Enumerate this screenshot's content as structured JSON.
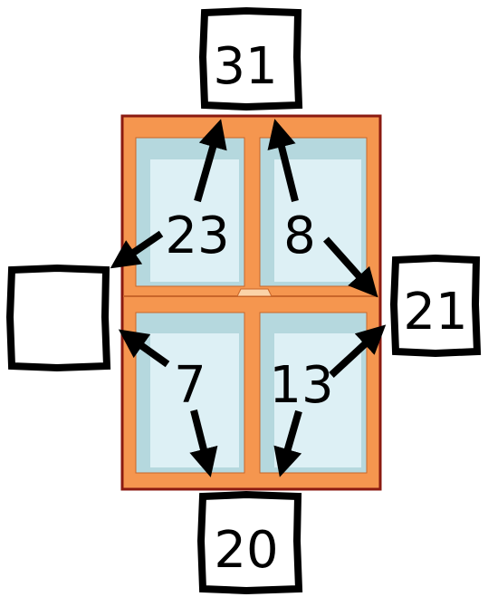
{
  "puzzle": {
    "window_numbers": {
      "top_left": "23",
      "top_right": "8",
      "bottom_left": "7",
      "bottom_right": "13"
    },
    "boxes": {
      "top": "31",
      "right": "21",
      "bottom": "20",
      "left": ""
    }
  },
  "colors": {
    "frame": "#F5964F",
    "frame_border": "#8B1A10",
    "glass_outer": "#B5D8DE",
    "glass_inner": "#DDF0F5",
    "arrow": "#000000",
    "box_border": "#000000"
  },
  "icons": [
    "window-icon",
    "arrow-icon",
    "box-icon"
  ]
}
